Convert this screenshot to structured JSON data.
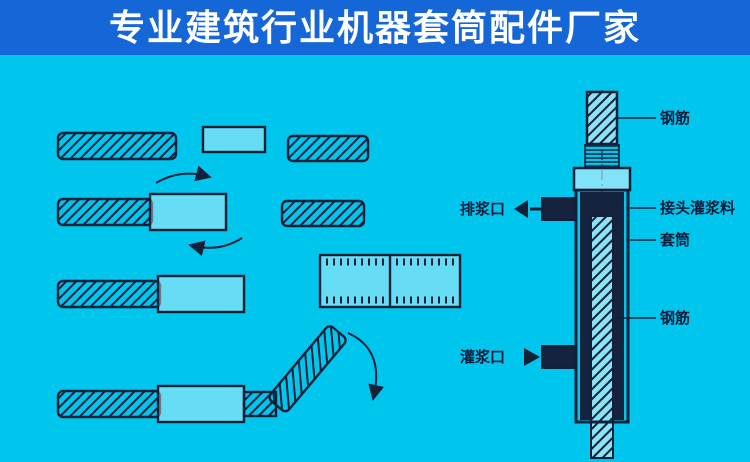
{
  "page": {
    "title": "专业建筑行业机器套筒配件厂家"
  },
  "colors": {
    "background": "#00c6ee",
    "header_background": "#1566d6",
    "header_text": "#ffffff",
    "line_ink": "#12203a"
  },
  "diagram": {
    "left_illustration": {
      "description_icon": "rebar-coupler-assembly-steps-illustration"
    },
    "right_illustration": {
      "labels": {
        "rebar_top": "钢筋",
        "grout_outlet": "排浆口",
        "joint_grout_material": "接头灌浆料",
        "sleeve": "套筒",
        "rebar_bottom": "钢筋",
        "grout_inlet": "灌浆口"
      }
    }
  }
}
